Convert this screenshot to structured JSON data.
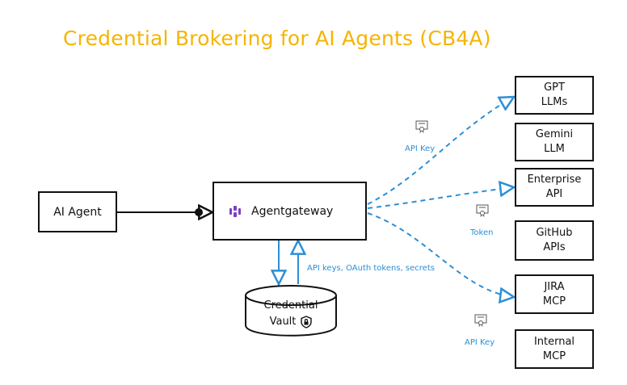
{
  "title": "Credential Brokering for AI Agents (CB4A)",
  "agent": {
    "label": "AI Agent"
  },
  "gateway": {
    "label": "Agentgateway",
    "icon": "agentgateway-logo-icon"
  },
  "vault": {
    "line1": "Credential",
    "line2": "Vault",
    "icon": "shield-lock-icon"
  },
  "services": {
    "gpt": "GPT\nLLMs",
    "gemini": "Gemini\nLLM",
    "enterprise": "Enterprise\nAPI",
    "github": "GitHub\nAPIs",
    "jira": "JIRA\nMCP",
    "internal": "Internal\nMCP"
  },
  "edge_labels": {
    "api_key_1": "API Key",
    "token": "Token",
    "api_key_2": "API Key",
    "vault_secrets": "API keys, OAuth tokens, secrets"
  },
  "colors": {
    "title": "#f5b400",
    "arrow": "#2b8fd6",
    "logo": "#7b3fc4"
  }
}
